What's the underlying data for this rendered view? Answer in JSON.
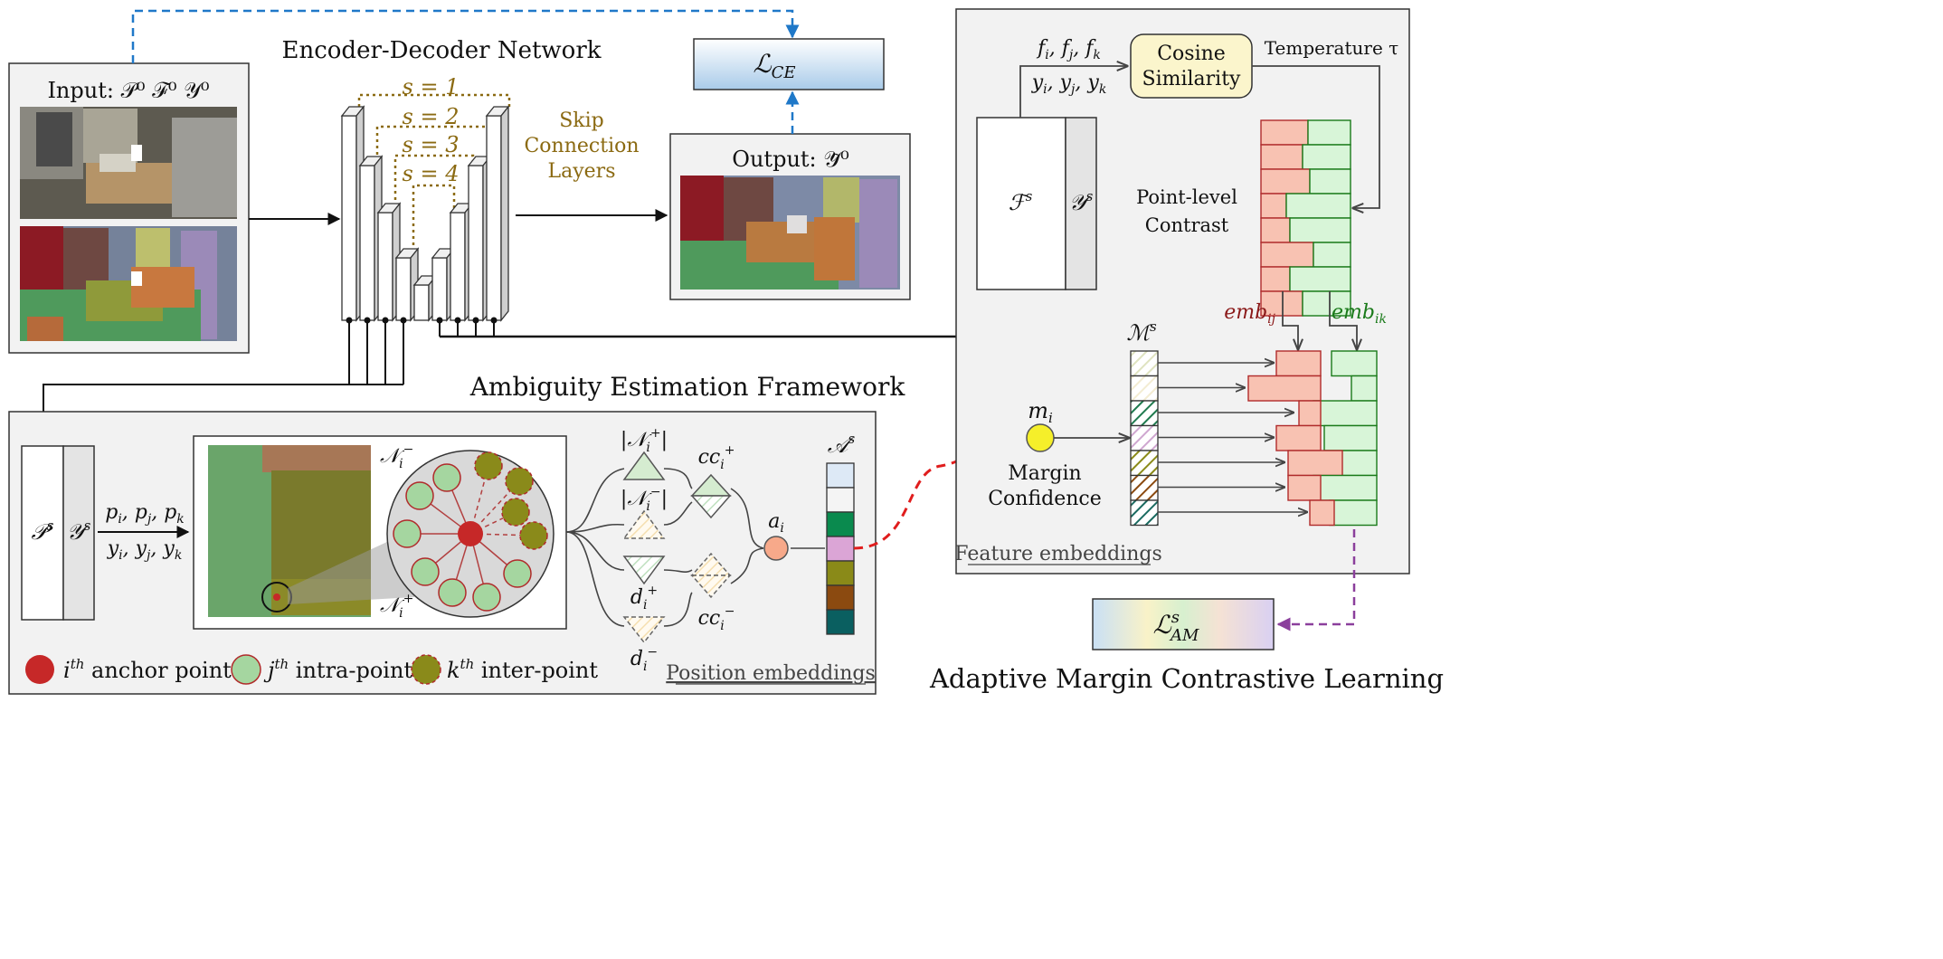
{
  "colors": {
    "panel_bg": "#f2f2f2",
    "skip": "#8b6a12",
    "blue_dash": "#1f78c8",
    "purple_dash": "#8b3f9c",
    "red_dash": "#e01d1d",
    "anchor": "#c62828",
    "intra": "#a5d6a0",
    "inter": "#8a8a1a",
    "emb_ij": "#f8c2b2",
    "emb_ik": "#d8f5d8",
    "cos_sim": "#fbf5cc",
    "margin_conf": "#f5ef2a",
    "a_i": "#f7a98a"
  },
  "encoder": {
    "title": "Encoder-Decoder Network",
    "skip_labels": [
      "s = 1",
      "s = 2",
      "s = 3",
      "s = 4"
    ],
    "skip_text": [
      "Skip",
      "Connection",
      "Layers"
    ]
  },
  "input": {
    "label": "Input: 𝒫⁰ ℱ⁰ 𝒴⁰"
  },
  "output": {
    "label": "Output: 𝒴̃⁰"
  },
  "loss_ce": "ℒ",
  "loss_ce_sub": "CE",
  "ambiguity": {
    "title": "Ambiguity Estimation Framework",
    "ps": "𝒫",
    "ps_sup": "s",
    "ys": "𝒴",
    "ys_sup": "s",
    "p_inputs": "p",
    "p_labels": "y",
    "n_minus": "𝒩",
    "n_plus": "𝒩",
    "abs_n_plus": "|𝒩",
    "abs_n_minus": "|𝒩",
    "cc_plus": "cc",
    "cc_minus": "cc",
    "d_plus": "d",
    "d_minus": "d",
    "a_i": "a",
    "a_s": "𝒜",
    "a_s_sup": "s",
    "position_embeddings": "Position embeddings",
    "legend": [
      {
        "name": "i",
        "sup": "th",
        "text": " anchor point"
      },
      {
        "name": "j",
        "sup": "th",
        "text": " intra-point"
      },
      {
        "name": "k",
        "sup": "th",
        "text": " inter-point"
      }
    ],
    "as_colors": [
      "#dde9f6",
      "#f4f4f4",
      "#0a8a4e",
      "#dba5d6",
      "#8a8a18",
      "#8b4a10",
      "#0a5f60"
    ]
  },
  "adaptive": {
    "title": "Adaptive Margin Contrastive Learning",
    "f_labels": "f",
    "y_labels": "y",
    "cosine": [
      "Cosine",
      "Similarity"
    ],
    "temperature": "Temperature τ",
    "fs": "ℱ",
    "fs_sup": "s",
    "ys": "𝒴",
    "ys_sup": "s",
    "point_level": [
      "Point-level",
      "Contrast"
    ],
    "emb_ij": "emb",
    "emb_ij_sub": "ij",
    "emb_ik": "emb",
    "emb_ik_sub": "ik",
    "ms": "ℳ",
    "ms_sup": "s",
    "m_i": "m",
    "margin_confidence": [
      "Margin",
      "Confidence"
    ],
    "feature_embeddings": "Feature embeddings",
    "loss_am": "ℒ",
    "loss_am_sup": "s",
    "loss_am_sub": "AM"
  }
}
